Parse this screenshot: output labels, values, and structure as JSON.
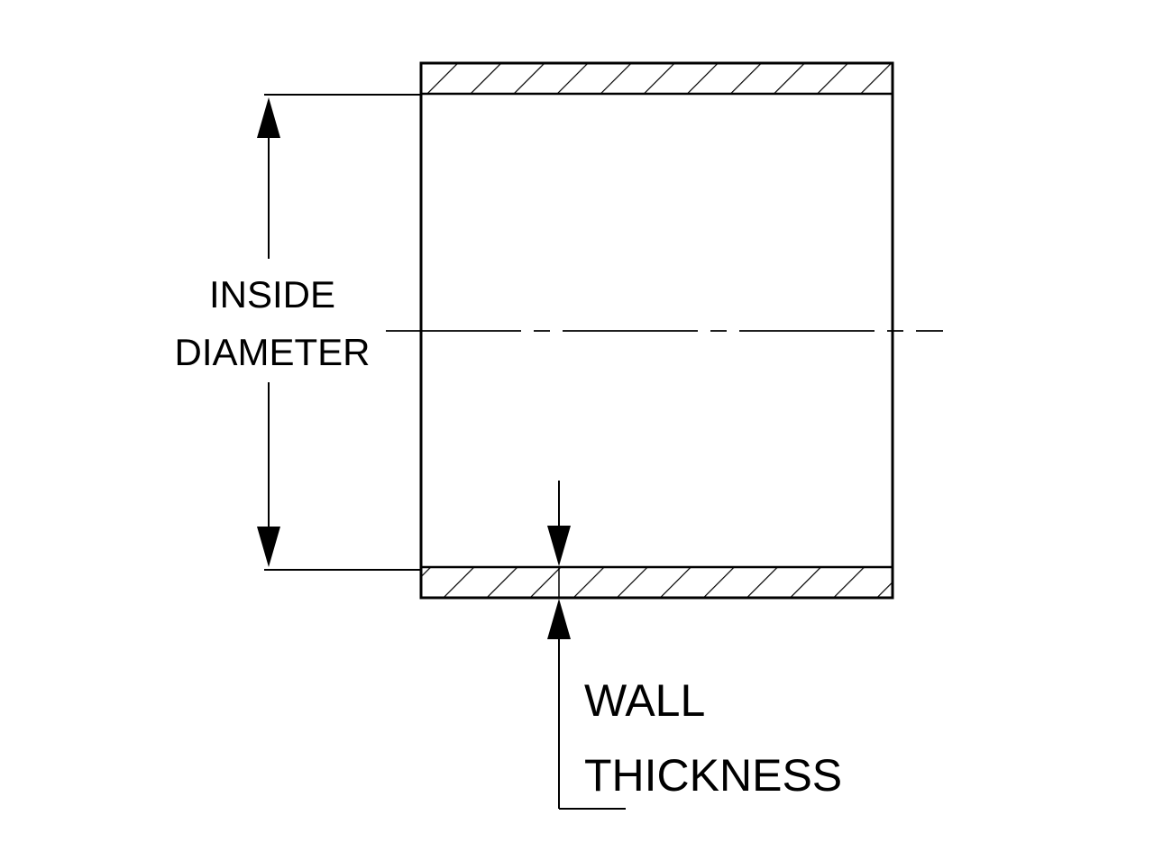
{
  "labels": {
    "inside_diameter_line1": "INSIDE",
    "inside_diameter_line2": "DIAMETER",
    "wall_thickness_line1": "WALL",
    "wall_thickness_line2": "THICKNESS"
  },
  "colors": {
    "line": "#000000",
    "background": "#ffffff"
  }
}
